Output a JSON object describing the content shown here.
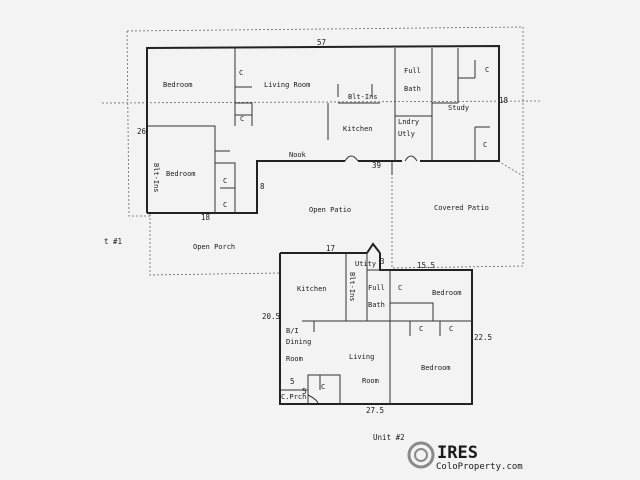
{
  "unit1": {
    "label": "t #1",
    "rooms": {
      "bedroom_nw": "Bedroom",
      "closet_nw_1": "C",
      "closet_nw_2": "C",
      "living_room": "Living Room",
      "built_ins_top": "Blt-Ins",
      "full": "Full",
      "bath": "Bath",
      "closet_ne_1": "C",
      "study": "Study",
      "closet_ne_2": "C",
      "kitchen": "Kitchen",
      "laundry": "Lndry",
      "utility": "Utly",
      "bedroom_sw": "Bedroom",
      "built_ins_side": "Blt-Ins",
      "closet_sw_1": "C",
      "closet_sw_2": "C",
      "nook": "Nook",
      "open_patio": "Open Patio",
      "covered_patio": "Covered Patio",
      "open_porch": "Open Porch"
    },
    "dimensions": {
      "width": "57",
      "height_left": "26",
      "height_right": "18",
      "nook_run": "39",
      "step": "8",
      "bottom_left": "18"
    }
  },
  "unit2": {
    "label": "Unit #2",
    "rooms": {
      "kitchen": "Kitchen",
      "built_ins": "Blt-Ins",
      "utility": "Utity",
      "full": "Full",
      "bath": "Bath",
      "closet_1": "C",
      "bedroom_top": "Bedroom",
      "closet_2": "C",
      "closet_3": "C",
      "bi": "B/I",
      "dining": "Dining",
      "room_left": "Room",
      "living": "Living",
      "room_mid": "Room",
      "bedroom_bottom": "Bedroom",
      "closet_4": "C",
      "porch": "C.Prch"
    },
    "dimensions": {
      "top": "17",
      "step": "3",
      "right_top": "15.5",
      "left": "20.5",
      "right": "22.5",
      "porch_w": "5",
      "porch_h": "5",
      "bottom": "27.5"
    }
  },
  "watermark": {
    "name": "IRES",
    "sub": "ColoProperty.com"
  }
}
